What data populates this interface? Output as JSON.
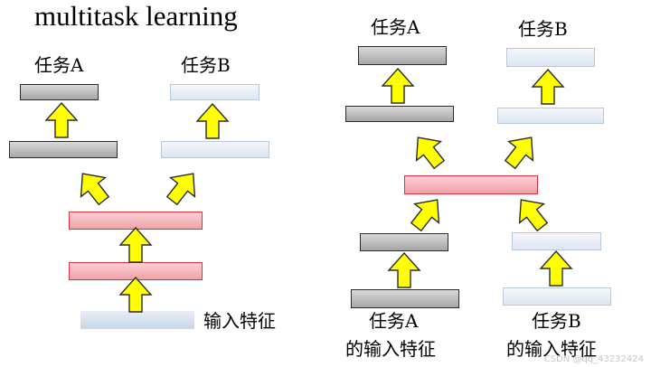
{
  "title": "multitask learning",
  "left": {
    "task_a_label": "任务A",
    "task_b_label": "任务B",
    "input_label": "输入特征"
  },
  "right": {
    "task_a_label": "任务A",
    "task_b_label": "任务B",
    "input_a_label_line1": "任务A",
    "input_a_label_line2": "的输入特征",
    "input_b_label_line1": "任务B",
    "input_b_label_line2": "的输入特征"
  },
  "watermark": "CSDN @qq_43232424",
  "colors": {
    "arrow_fill": "#ffff00",
    "arrow_stroke": "#2b2b2b",
    "shared_layer": "#f4a6ad",
    "task_a_layer": "#bfbfbf",
    "task_b_layer": "#e4ebf4"
  },
  "icons": [
    "up-arrow-icon",
    "up-left-arrow-icon",
    "up-right-arrow-icon"
  ]
}
